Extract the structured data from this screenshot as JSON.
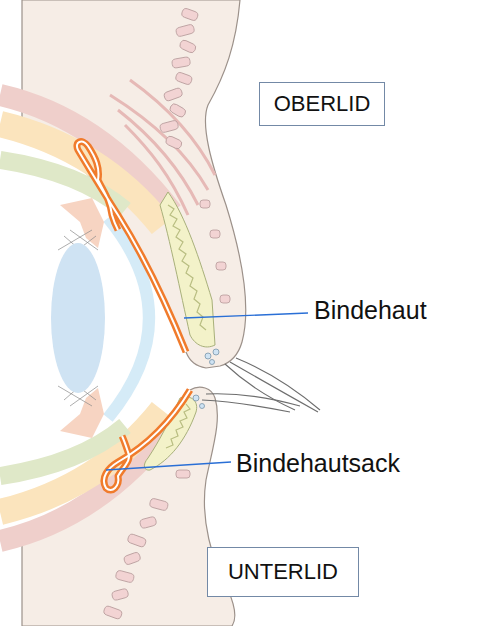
{
  "diagram": {
    "nodes": [
      {
        "text": [
          "OBERLID"
        ]
      },
      {
        "text": [
          "UNTERLID"
        ]
      }
    ],
    "labels": [
      "Bindehaut",
      "Bindehautsack"
    ]
  }
}
